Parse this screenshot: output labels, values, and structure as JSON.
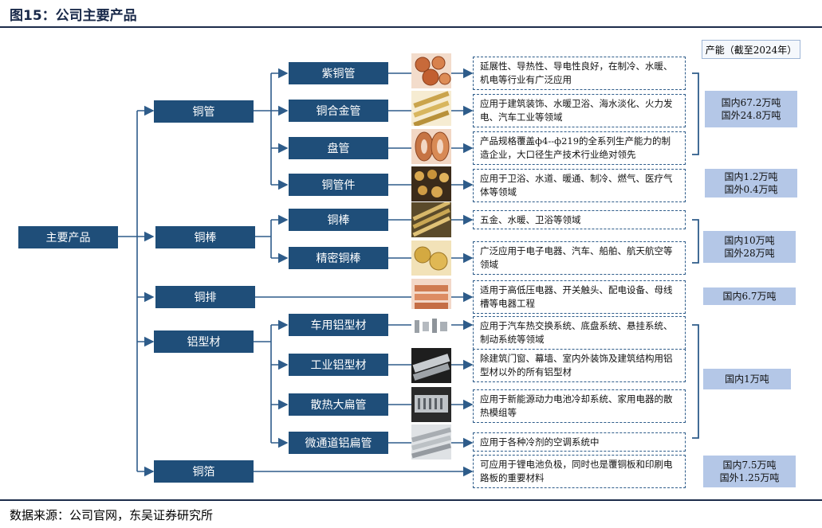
{
  "title": "图15：公司主要产品",
  "capacity_header": "产能（截至2024年）",
  "root": "主要产品",
  "categories": [
    "铜管",
    "铜棒",
    "铜排",
    "铝型材",
    "铜箔"
  ],
  "subcategories": {
    "copper_tube": [
      "紫铜管",
      "铜合金管",
      "盘管",
      "铜管件"
    ],
    "copper_rod": [
      "铜棒",
      "精密铜棒"
    ],
    "aluminum": [
      "车用铝型材",
      "工业铝型材",
      "散热大扁管",
      "微通道铝扁管"
    ]
  },
  "descriptions": [
    "延展性、导热性、导电性良好，在制冷、水暖、机电等行业有广泛应用",
    "应用于建筑装饰、水暖卫浴、海水淡化、火力发电、汽车工业等领域",
    "产品规格覆盖ф4--ф219的全系列生产能力的制造企业，大口径生产技术行业绝对领先",
    "应用于卫浴、水道、暖通、制冷、燃气、医疗气体等领域",
    "五金、水暖、卫浴等领域",
    "广泛应用于电子电器、汽车、船舶、航天航空等领域",
    "适用于高低压电器、开关触头、配电设备、母线槽等电器工程",
    "应用于汽车热交换系统、底盘系统、悬挂系统、制动系统等领域",
    "除建筑门窗、幕墙、室内外装饰及建筑结构用铝型材以外的所有铝型材",
    "应用于新能源动力电池冷却系统、家用电器的散热模组等",
    "应用于各种冷剂的空调系统中",
    "可应用于锂电池负极，同时也是覆铜板和印刷电路板的重要材料"
  ],
  "capacities": {
    "copper_tube_main": [
      "国内67.2万吨",
      "国外24.8万吨"
    ],
    "copper_fittings": [
      "国内1.2万吨",
      "国外0.4万吨"
    ],
    "copper_rod": [
      "国内10万吨",
      "国外28万吨"
    ],
    "copper_busbar": [
      "国内6.7万吨"
    ],
    "aluminum": [
      "国内1万吨"
    ],
    "copper_foil": [
      "国内7.5万吨",
      "国外1.25万吨"
    ]
  },
  "source": "数据来源：公司官网，东吴证券研究所",
  "colors": {
    "box": "#1f4e79",
    "capacity": "#b4c7e7",
    "line": "#2e5c8a"
  }
}
